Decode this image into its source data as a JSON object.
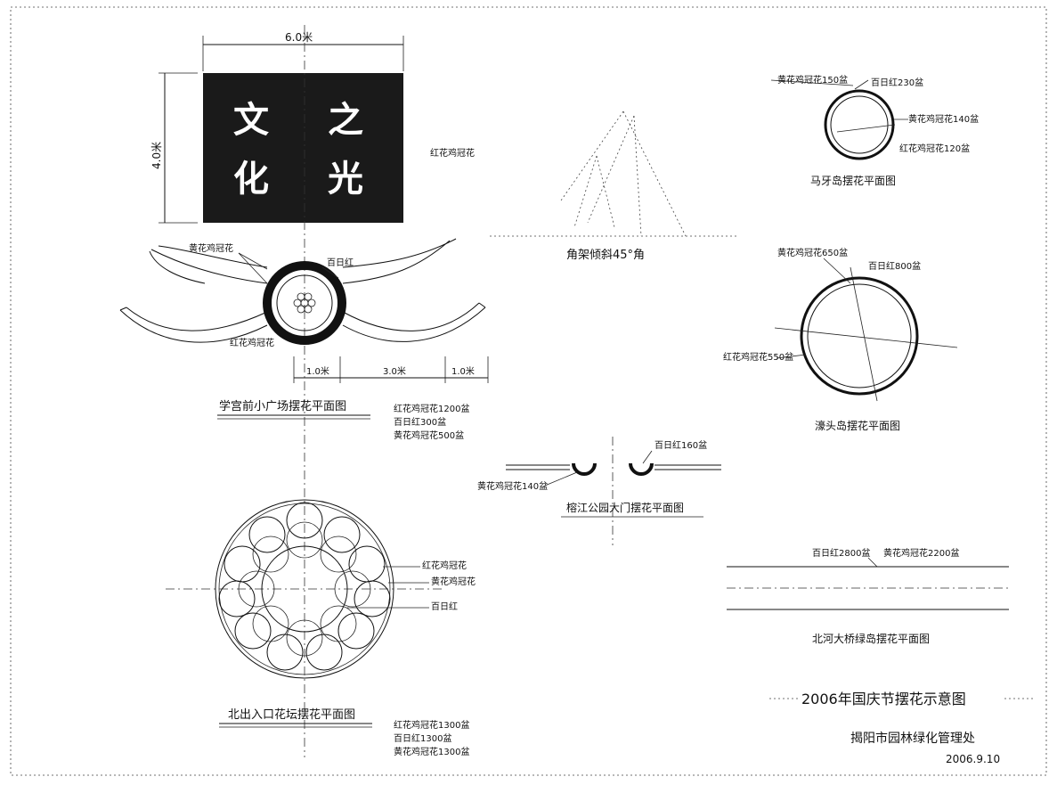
{
  "colors": {
    "ink": "#111111",
    "paper": "#ffffff",
    "sign_fill": "#1a1a1a"
  },
  "sign": {
    "chars": [
      "文",
      "之",
      "化",
      "光"
    ],
    "width_dim": "6.0米",
    "height_dim": "4.0米",
    "side_label": "红花鸡冠花"
  },
  "plaza": {
    "label_yellow": "黄花鸡冠花",
    "label_bairihong": "百日红",
    "label_red": "红花鸡冠花",
    "dims": [
      "1.0米",
      "3.0米",
      "1.0米"
    ],
    "title": "学宫前小广场摆花平面图",
    "notes": [
      "红花鸡冠花1200盆",
      "百日红300盆",
      "黄花鸡冠花500盆"
    ]
  },
  "frame": {
    "caption": "角架倾斜45°角"
  },
  "mayadao": {
    "labels": [
      "黄花鸡冠花150盆",
      "百日红230盆",
      "黄花鸡冠花140盆",
      "红花鸡冠花120盆"
    ],
    "title": "马牙岛摆花平面图"
  },
  "haotou": {
    "labels": [
      "黄花鸡冠花650盆",
      "百日红800盆",
      "红花鸡冠花550盆"
    ],
    "title": "濠头岛摆花平面图"
  },
  "park": {
    "labels": [
      "百日红160盆",
      "黄花鸡冠花140盆"
    ],
    "title": "榕江公园大门摆花平面图"
  },
  "bridge": {
    "labels": [
      "百日红2800盆",
      "黄花鸡冠花2200盆"
    ],
    "title": "北河大桥绿岛摆花平面图"
  },
  "north": {
    "labels": [
      "红花鸡冠花",
      "黄花鸡冠花",
      "百日红"
    ],
    "title": "北出入口花坛摆花平面图",
    "notes": [
      "红花鸡冠花1300盆",
      "百日红1300盆",
      "黄花鸡冠花1300盆"
    ]
  },
  "footer": {
    "title": "2006年国庆节摆花示意图",
    "org": "揭阳市园林绿化管理处",
    "date": "2006.9.10"
  }
}
